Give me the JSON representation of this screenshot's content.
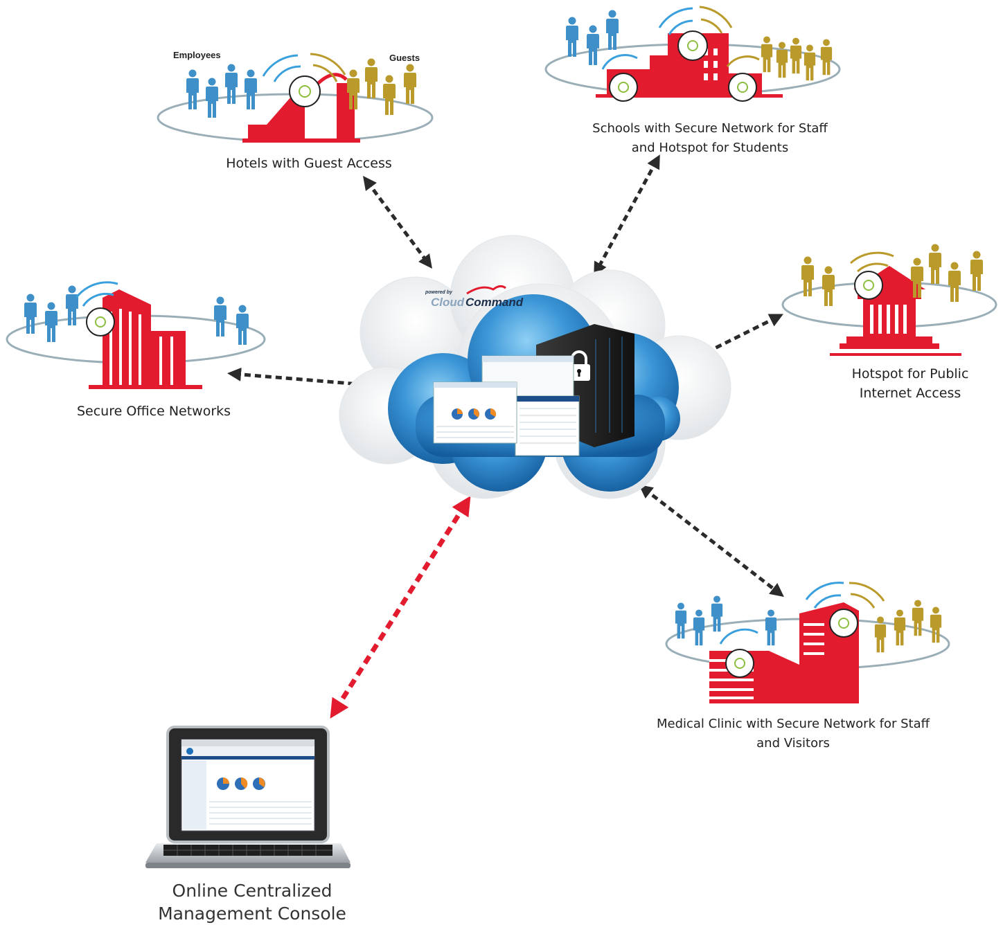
{
  "colors": {
    "building": "#e31b2e",
    "employee": "#3f8fc9",
    "guest": "#b99a2a",
    "ring": "#9aaeb7",
    "cloud_blue": "#1f6fb2",
    "arrow_dark": "#2b2b2b",
    "arrow_red": "#e31b2e"
  },
  "cloud": {
    "brand_small": "powered by",
    "brand_a": "Cloud",
    "brand_b": "Command"
  },
  "nodes": {
    "hotels": {
      "label": "Hotels with Guest Access",
      "left_group": "Employees",
      "right_group": "Guests",
      "icon": "hotel-building-icon"
    },
    "schools": {
      "line1": "Schools with Secure Network for Staff",
      "line2": "and Hotspot for Students",
      "icon": "school-building-icon"
    },
    "office": {
      "label": "Secure Office Networks",
      "icon": "office-building-icon"
    },
    "hotspot": {
      "line1": "Hotspot for Public",
      "line2": "Internet Access",
      "icon": "public-building-icon"
    },
    "clinic": {
      "line1": "Medical Clinic with Secure Network for Staff",
      "line2": "and Visitors",
      "icon": "clinic-building-icon"
    },
    "console": {
      "line1": "Online Centralized",
      "line2": "Management Console",
      "icon": "laptop-icon"
    }
  }
}
